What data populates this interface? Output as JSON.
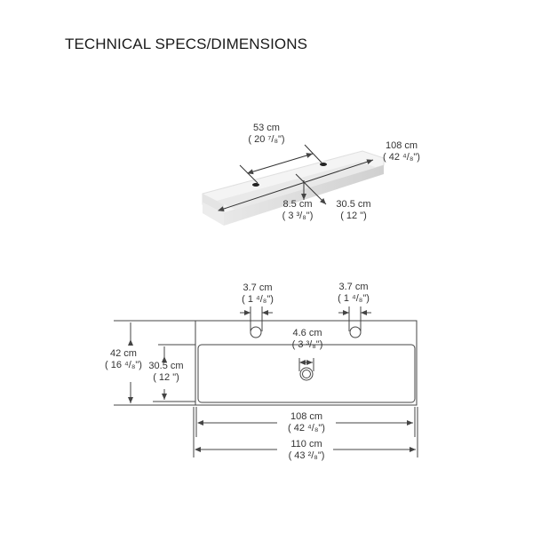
{
  "title": "TECHNICAL SPECS/DIMENSIONS",
  "perspective_view": {
    "faucet_spacing": {
      "cm": "53 cm",
      "in": "( 20 ⁷/₈\")"
    },
    "length": {
      "cm": "108 cm",
      "in": "( 42 ⁴/₈\")"
    },
    "depth": {
      "cm": "8.5 cm",
      "in": "( 3 ³/₈\")"
    },
    "width": {
      "cm": "30.5 cm",
      "in": "( 12 \")"
    }
  },
  "top_view": {
    "left_hole": {
      "cm": "3.7 cm",
      "in": "( 1 ⁴/₈\")"
    },
    "right_hole": {
      "cm": "3.7 cm",
      "in": "( 1 ⁴/₈\")"
    },
    "drain": {
      "cm": "4.6 cm",
      "in": "( 3 ³/₈\")"
    },
    "total_depth": {
      "cm": "42 cm",
      "in": "( 16 ⁴/₈\")"
    },
    "basin_depth": {
      "cm": "30.5 cm",
      "in": "( 12 \")"
    },
    "basin_length": {
      "cm": "108 cm",
      "in": "( 42 ⁴/₈\")"
    },
    "total_length": {
      "cm": "110 cm",
      "in": "( 43 ²/₈\")"
    }
  },
  "colors": {
    "line": "#444444",
    "sink_light": "#f2f2f2",
    "sink_shade": "#d9d9d9"
  }
}
